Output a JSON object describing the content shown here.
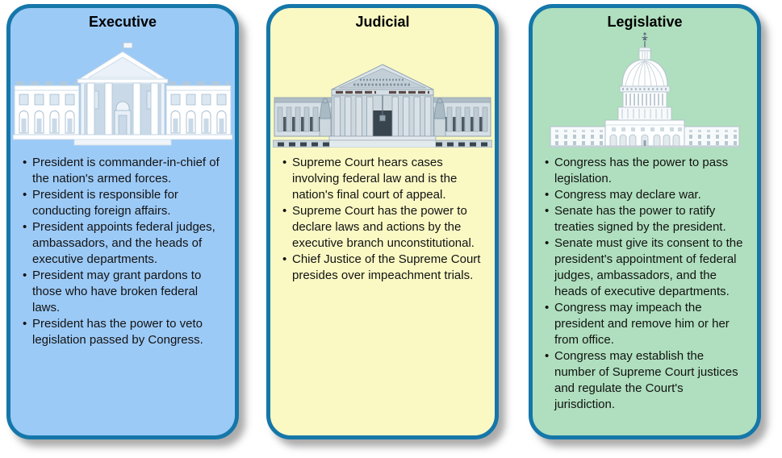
{
  "colors": {
    "card_border": "#1577A9",
    "executive_bg": "#9CCAF7",
    "judicial_bg": "#FAF9C4",
    "legislative_bg": "#AFDFBE",
    "text": "#121212"
  },
  "cards": [
    {
      "title": "Executive",
      "illustration": "white-house",
      "bg_color": "#9CCAF7",
      "bullets": [
        "President is commander-in-chief of the nation's armed forces.",
        "President is responsible for conducting foreign affairs.",
        "President appoints federal judges, ambassadors, and the heads of executive departments.",
        "President may grant pardons to those who have broken federal laws.",
        "President has the power to veto legislation passed by Congress."
      ]
    },
    {
      "title": "Judicial",
      "illustration": "supreme-court",
      "bg_color": "#FAF9C4",
      "bullets": [
        "Supreme Court hears cases involving federal law and is the nation's final court of appeal.",
        "Supreme Court has the power to declare laws and actions by the executive branch unconstitutional.",
        "Chief Justice of the Supreme Court presides over impeachment trials."
      ]
    },
    {
      "title": "Legislative",
      "illustration": "us-capitol",
      "bg_color": "#AFDFBE",
      "bullets": [
        "Congress has the power to pass legislation.",
        "Congress may declare war.",
        "Senate has the power to ratify treaties signed by the president.",
        "Senate must give its consent to the president's appointment of federal judges, ambassadors, and the heads of executive departments.",
        "Congress may impeach the president and remove him or her from office.",
        "Congress may establish the number of Supreme Court justices and regulate the Court's jurisdiction."
      ]
    }
  ]
}
